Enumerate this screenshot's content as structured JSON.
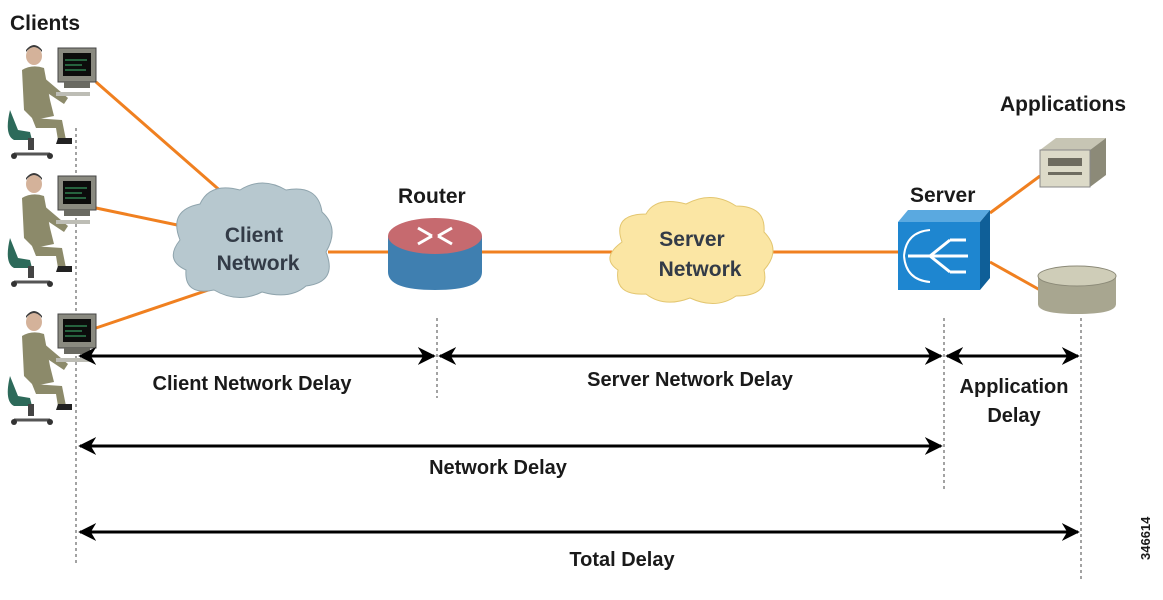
{
  "labels": {
    "clients": "Clients",
    "applications": "Applications",
    "router": "Router",
    "server": "Server",
    "client_network": [
      "Client",
      "Network"
    ],
    "server_network": [
      "Server",
      "Network"
    ],
    "client_network_delay": "Client Network Delay",
    "server_network_delay": "Server Network Delay",
    "application_delay": [
      "Application",
      "Delay"
    ],
    "network_delay": "Network Delay",
    "total_delay": "Total Delay",
    "figure_id": "346614"
  },
  "icons": {
    "client": "user-at-workstation-icon",
    "router": "router-icon",
    "server": "switch-server-icon",
    "app_server": "application-server-icon",
    "database": "database-icon"
  },
  "colors": {
    "link": "#f08020",
    "client_cloud": "#b7c8cf",
    "server_cloud": "#fbe6a4",
    "router_top": "#c66a6f",
    "router_body": "#3f7fb0",
    "server_face": "#1e86d0"
  }
}
